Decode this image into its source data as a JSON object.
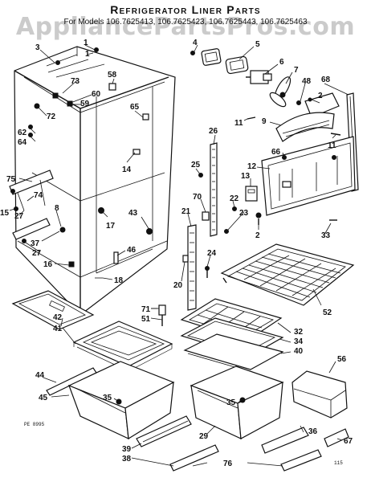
{
  "header": {
    "title": "Refrigerator Liner Parts",
    "subtitle": "For Models 106.7625413, 106.7625423, 106.7625443, 106.7625463"
  },
  "watermark": "AppliancePartsPros.com",
  "footer": {
    "left_code": "PE 8995",
    "right_code": "115"
  },
  "callouts": [
    {
      "id": "c3",
      "label": "3"
    },
    {
      "id": "c1",
      "label": "1"
    },
    {
      "id": "c1b",
      "label": "1"
    },
    {
      "id": "c73",
      "label": "73"
    },
    {
      "id": "c58",
      "label": "58"
    },
    {
      "id": "c60",
      "label": "60"
    },
    {
      "id": "c59",
      "label": "59"
    },
    {
      "id": "c72",
      "label": "72"
    },
    {
      "id": "c62",
      "label": "62"
    },
    {
      "id": "c64",
      "label": "64"
    },
    {
      "id": "c65",
      "label": "65"
    },
    {
      "id": "c14",
      "label": "14"
    },
    {
      "id": "c75",
      "label": "75"
    },
    {
      "id": "c74",
      "label": "74"
    },
    {
      "id": "c15",
      "label": "15"
    },
    {
      "id": "c27",
      "label": "27"
    },
    {
      "id": "c27b",
      "label": "27"
    },
    {
      "id": "c8",
      "label": "8"
    },
    {
      "id": "c37",
      "label": "37"
    },
    {
      "id": "c16",
      "label": "16"
    },
    {
      "id": "c17",
      "label": "17"
    },
    {
      "id": "c43",
      "label": "43"
    },
    {
      "id": "c46",
      "label": "46"
    },
    {
      "id": "c18",
      "label": "18"
    },
    {
      "id": "c4",
      "label": "4"
    },
    {
      "id": "c5",
      "label": "5"
    },
    {
      "id": "c6",
      "label": "6"
    },
    {
      "id": "c7",
      "label": "7"
    },
    {
      "id": "c48",
      "label": "48"
    },
    {
      "id": "c2",
      "label": "2"
    },
    {
      "id": "c68",
      "label": "68"
    },
    {
      "id": "c11",
      "label": "11"
    },
    {
      "id": "c11b",
      "label": "11"
    },
    {
      "id": "c9",
      "label": "9"
    },
    {
      "id": "c66",
      "label": "66"
    },
    {
      "id": "c12",
      "label": "12"
    },
    {
      "id": "c13",
      "label": "13"
    },
    {
      "id": "c26",
      "label": "26"
    },
    {
      "id": "c25",
      "label": "25"
    },
    {
      "id": "c70",
      "label": "70"
    },
    {
      "id": "c21",
      "label": "21"
    },
    {
      "id": "c24",
      "label": "24"
    },
    {
      "id": "c20",
      "label": "20"
    },
    {
      "id": "c22",
      "label": "22"
    },
    {
      "id": "c23",
      "label": "23"
    },
    {
      "id": "c2b",
      "label": "2"
    },
    {
      "id": "c33",
      "label": "33"
    },
    {
      "id": "c52",
      "label": "52"
    },
    {
      "id": "c71",
      "label": "71"
    },
    {
      "id": "c51",
      "label": "51"
    },
    {
      "id": "c42",
      "label": "42"
    },
    {
      "id": "c41",
      "label": "41"
    },
    {
      "id": "c32",
      "label": "32"
    },
    {
      "id": "c34",
      "label": "34"
    },
    {
      "id": "c40",
      "label": "40"
    },
    {
      "id": "c44",
      "label": "44"
    },
    {
      "id": "c45",
      "label": "45"
    },
    {
      "id": "c35",
      "label": "35"
    },
    {
      "id": "c35b",
      "label": "35"
    },
    {
      "id": "c56",
      "label": "56"
    },
    {
      "id": "c29",
      "label": "29"
    },
    {
      "id": "c36",
      "label": "36"
    },
    {
      "id": "c39",
      "label": "39"
    },
    {
      "id": "c38",
      "label": "38"
    },
    {
      "id": "c67",
      "label": "67"
    },
    {
      "id": "c76",
      "label": "76"
    }
  ]
}
